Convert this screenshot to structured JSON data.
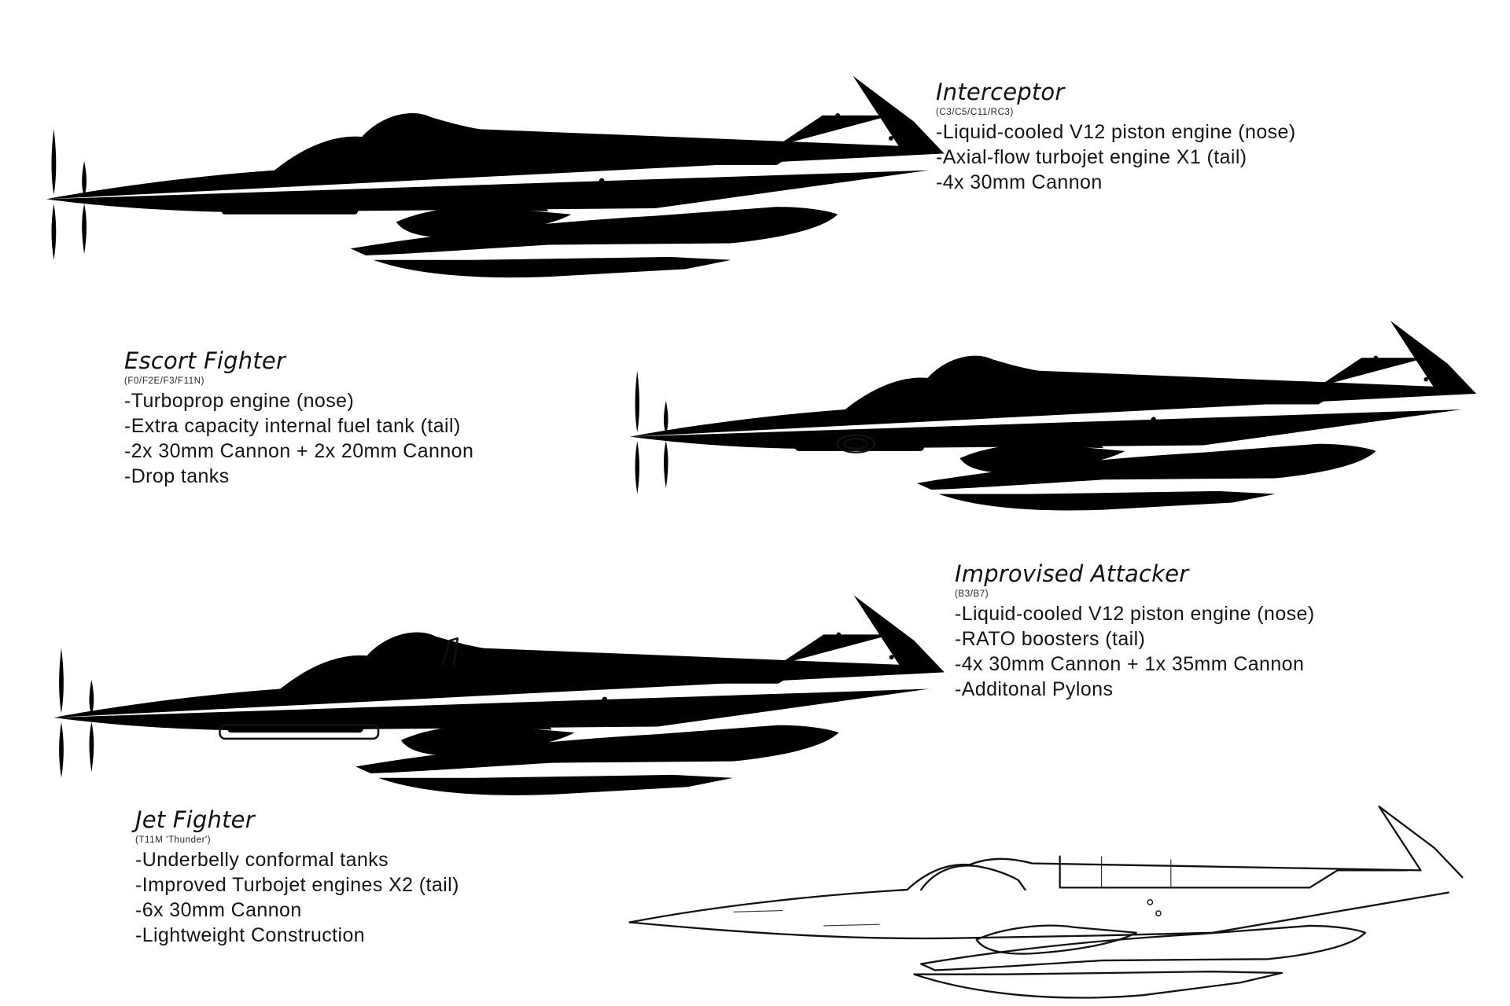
{
  "variants": [
    {
      "title": "Interceptor",
      "subtitle": "(C3/C5/C11/RC3)",
      "specs": [
        "-Liquid-cooled V12 piston engine (nose)",
        "-Axial-flow turbojet engine X1 (tail)",
        "-4x 30mm Cannon"
      ]
    },
    {
      "title": "Escort Fighter",
      "subtitle": "(F0/F2E/F3/F11N)",
      "specs": [
        "-Turboprop engine (nose)",
        "-Extra capacity internal fuel tank (tail)",
        "-2x 30mm Cannon + 2x 20mm Cannon",
        "-Drop tanks"
      ]
    },
    {
      "title": "Improvised Attacker",
      "subtitle": "(B3/B7)",
      "specs": [
        "-Liquid-cooled V12 piston engine (nose)",
        "-RATO boosters (tail)",
        "-4x 30mm Cannon + 1x 35mm Cannon",
        "-Additonal Pylons"
      ]
    },
    {
      "title": "Jet Fighter",
      "subtitle": "(T11M 'Thunder')",
      "specs": [
        "-Underbelly conformal tanks",
        "-Improved Turbojet engines X2 (tail)",
        "-6x 30mm Cannon",
        "-Lightweight Construction"
      ]
    }
  ]
}
